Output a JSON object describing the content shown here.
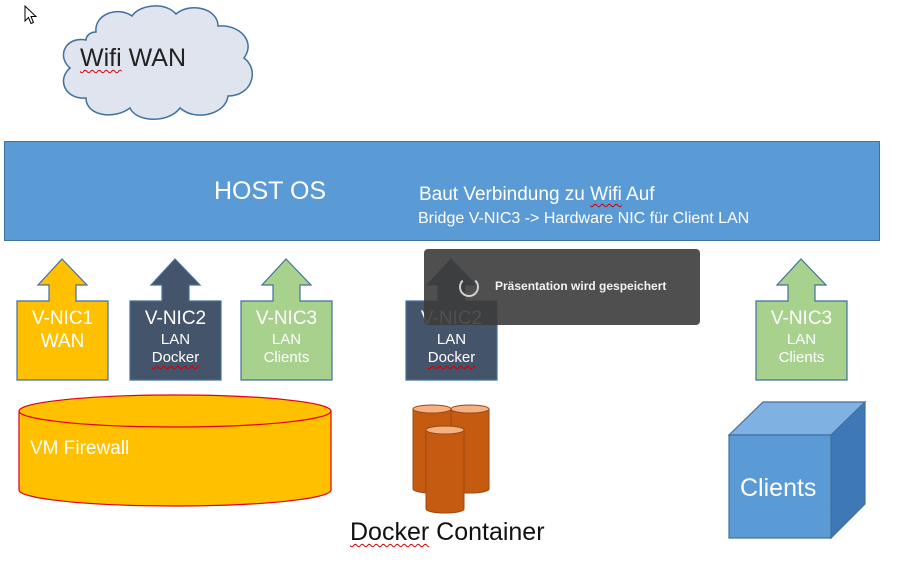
{
  "cloud": {
    "word1": "Wifi",
    "word2": "WAN"
  },
  "host": {
    "title": "HOST OS",
    "line1_pre": "Baut Verbindung zu ",
    "line1_word": "Wifi",
    "line1_post": " Auf",
    "line2": "Bridge V-NIC3 -> Hardware NIC für Client LAN"
  },
  "nics": [
    {
      "name": "V-NIC1",
      "line1": "WAN",
      "line2": "",
      "color": "#ffc000"
    },
    {
      "name": "V-NIC2",
      "line1": "LAN",
      "line2": "Docker",
      "color": "#44546a"
    },
    {
      "name": "V-NIC3",
      "line1": "LAN",
      "line2": "Clients",
      "color": "#a9d18e"
    },
    {
      "name": "V-NIC2",
      "line1": "LAN",
      "line2": "Docker",
      "color": "#44546a"
    },
    {
      "name": "V-NIC3",
      "line1": "LAN",
      "line2": "Clients",
      "color": "#a9d18e"
    }
  ],
  "firewall": {
    "label": "VM Firewall"
  },
  "docker": {
    "word1": "Docker",
    "word2": " Container"
  },
  "clients": {
    "label": "Clients"
  },
  "toast": {
    "message": "Präsentation wird gespeichert"
  },
  "colors": {
    "host_blue": "#5b9bd5",
    "firewall": "#ffc000",
    "docker": "#c55a11",
    "cube": "#5b9bd5"
  }
}
